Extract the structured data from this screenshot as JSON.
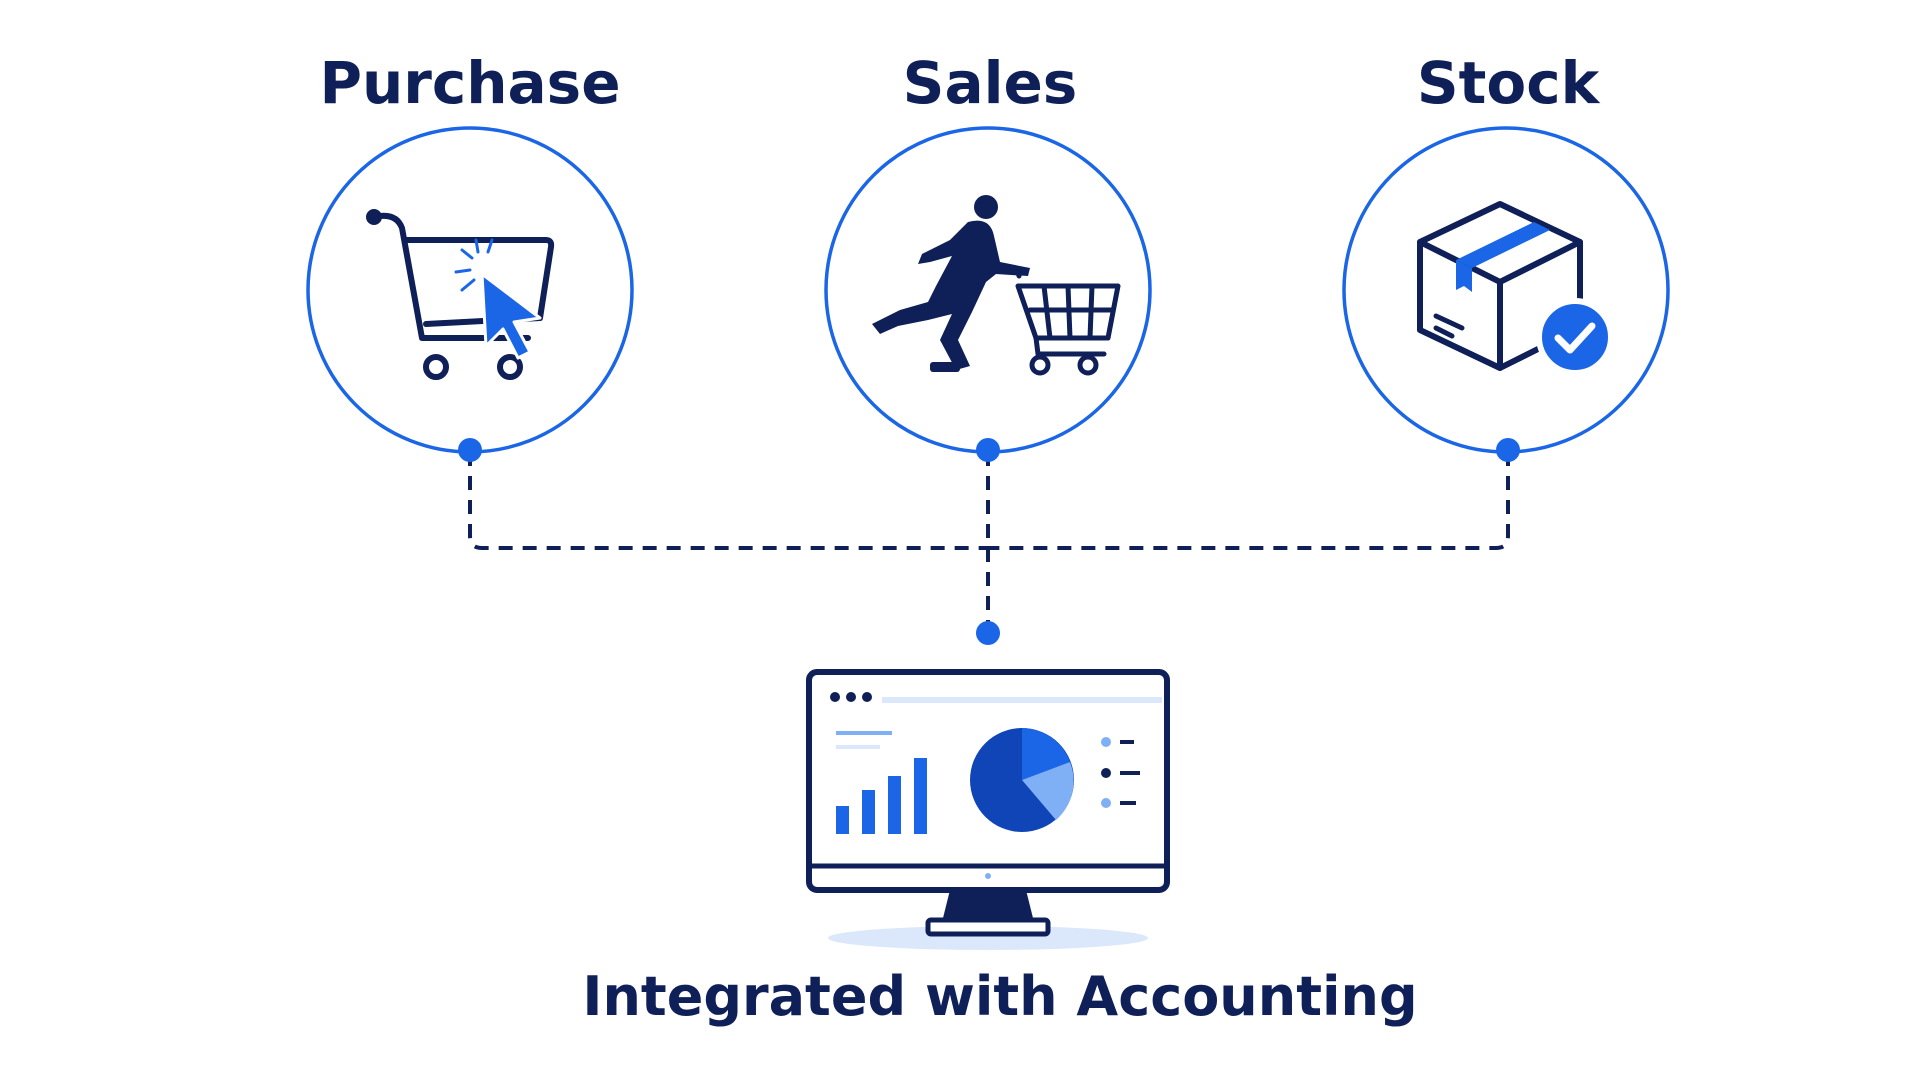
{
  "diagram": {
    "nodes": [
      {
        "id": "purchase",
        "label": "Purchase",
        "icon": "shopping-cart-cursor-icon"
      },
      {
        "id": "sales",
        "label": "Sales",
        "icon": "person-pushing-cart-icon"
      },
      {
        "id": "stock",
        "label": "Stock",
        "icon": "box-check-icon"
      }
    ],
    "target": {
      "label": "Integrated with Accounting",
      "icon": "monitor-dashboard-icon"
    }
  },
  "colors": {
    "navy": "#0f1f57",
    "accent": "#1a66e6",
    "accent_light": "#7fb0f5",
    "shadow": "#dbe7fb",
    "background": "#ffffff"
  }
}
